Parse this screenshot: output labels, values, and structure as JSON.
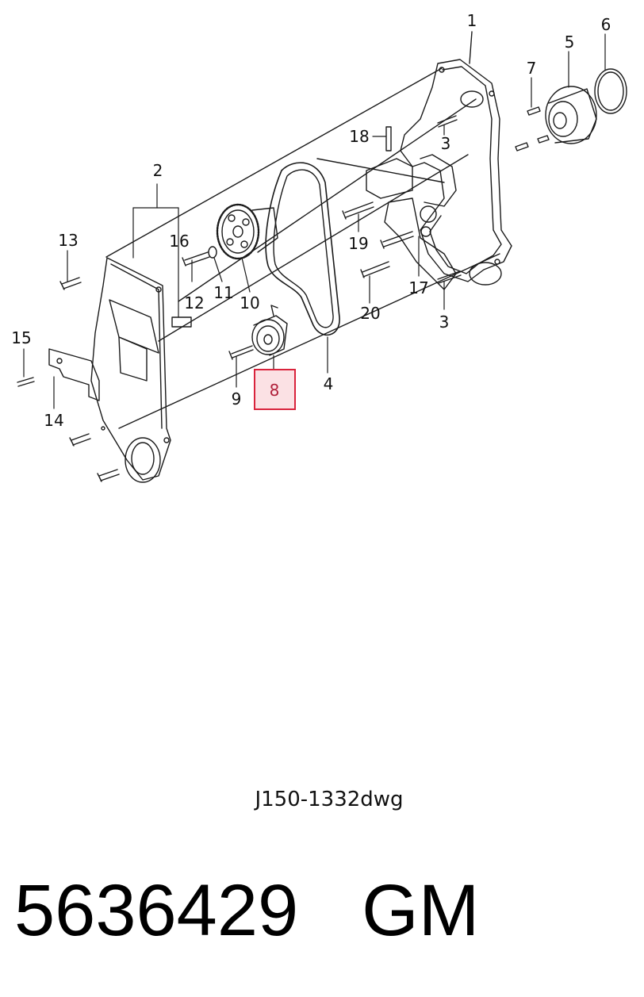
{
  "diagram": {
    "callouts": [
      {
        "id": "c1",
        "label": "1"
      },
      {
        "id": "c2",
        "label": "2"
      },
      {
        "id": "c3a",
        "label": "3"
      },
      {
        "id": "c3b",
        "label": "3"
      },
      {
        "id": "c4",
        "label": "4"
      },
      {
        "id": "c5",
        "label": "5"
      },
      {
        "id": "c6",
        "label": "6"
      },
      {
        "id": "c7",
        "label": "7"
      },
      {
        "id": "c8",
        "label": "8",
        "highlighted": true
      },
      {
        "id": "c9",
        "label": "9"
      },
      {
        "id": "c10",
        "label": "10"
      },
      {
        "id": "c11",
        "label": "11"
      },
      {
        "id": "c12",
        "label": "12"
      },
      {
        "id": "c13",
        "label": "13"
      },
      {
        "id": "c14",
        "label": "14"
      },
      {
        "id": "c15",
        "label": "15"
      },
      {
        "id": "c16",
        "label": "16"
      },
      {
        "id": "c17",
        "label": "17"
      },
      {
        "id": "c18",
        "label": "18"
      },
      {
        "id": "c19",
        "label": "19"
      },
      {
        "id": "c20",
        "label": "20"
      }
    ],
    "highlight_color": "#d9233c",
    "highlight_fill": "#fbe1e4"
  },
  "drawing_code": "J150-1332dwg",
  "part": {
    "number": "5636429",
    "brand": "GM"
  }
}
